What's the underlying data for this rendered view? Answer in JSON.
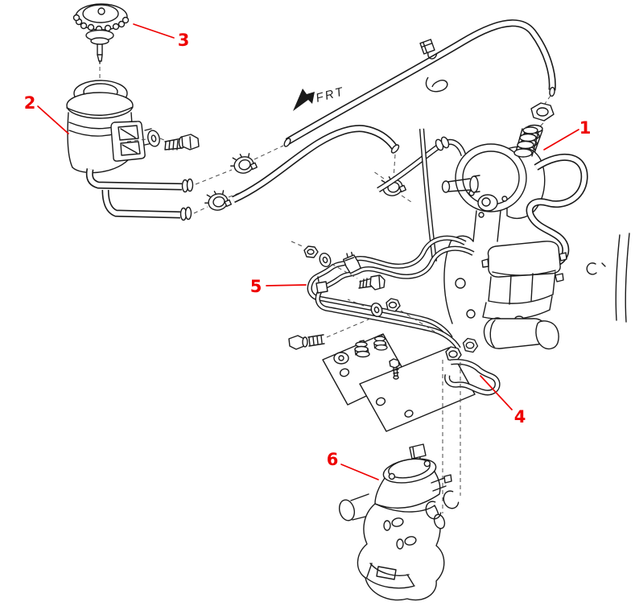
{
  "figure": {
    "background_color": "#ffffff",
    "line_color": "#1a1a1a",
    "callout_color": "#ee0000",
    "direction_label": "FRT",
    "callouts": [
      {
        "label": "1"
      },
      {
        "label": "2"
      },
      {
        "label": "3"
      },
      {
        "label": "4"
      },
      {
        "label": "5"
      },
      {
        "label": "6"
      }
    ]
  }
}
